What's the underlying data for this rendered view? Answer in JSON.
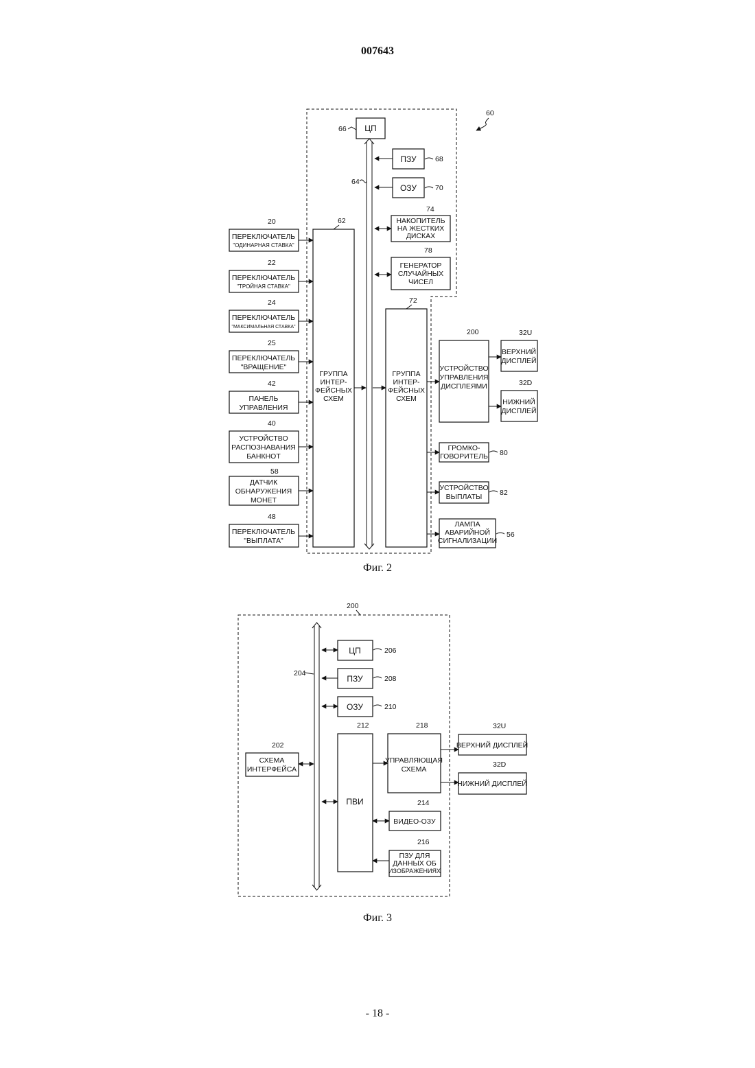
{
  "header": {
    "doc_number": "007643"
  },
  "fig2": {
    "caption": "Фиг. 2",
    "refs": {
      "system": "60",
      "cpu": "66",
      "bus": "64",
      "rom": "68",
      "ram": "70",
      "hdd": "74",
      "rng": "78",
      "iface_left": "62",
      "iface_right": "72",
      "disp_ctrl": "200",
      "upper": "32U",
      "lower": "32D",
      "speaker": "80",
      "payout_dev": "82",
      "lamp": "56"
    },
    "cpu": "ЦП",
    "rom": "ПЗУ",
    "ram": "ОЗУ",
    "hdd": [
      "НАКОПИТЕЛЬ",
      "НА ЖЕСТКИХ",
      "ДИСКАХ"
    ],
    "rng": [
      "ГЕНЕРАТОР",
      "СЛУЧАЙНЫХ",
      "ЧИСЕЛ"
    ],
    "iface_group": [
      "ГРУППА",
      "ИНТЕР-",
      "ФЕЙСНЫХ",
      "СХЕМ"
    ],
    "inputs": [
      {
        "ref": "20",
        "lines": [
          "ПЕРЕКЛЮЧАТЕЛЬ",
          "\"ОДИНАРНАЯ СТАВКА\""
        ]
      },
      {
        "ref": "22",
        "lines": [
          "ПЕРЕКЛЮЧАТЕЛЬ",
          "\"ТРОЙНАЯ СТАВКА\""
        ]
      },
      {
        "ref": "24",
        "lines": [
          "ПЕРЕКЛЮЧАТЕЛЬ",
          "\"МАКСИМАЛЬНАЯ СТАВКА\""
        ]
      },
      {
        "ref": "25",
        "lines": [
          "ПЕРЕКЛЮЧАТЕЛЬ",
          "\"ВРАЩЕНИЕ\""
        ]
      },
      {
        "ref": "42",
        "lines": [
          "ПАНЕЛЬ",
          "УПРАВЛЕНИЯ"
        ]
      },
      {
        "ref": "40",
        "lines": [
          "УСТРОЙСТВО",
          "РАСПОЗНАВАНИЯ",
          "БАНКНОТ"
        ]
      },
      {
        "ref": "58",
        "lines": [
          "ДАТЧИК",
          "ОБНАРУЖЕНИЯ",
          "МОНЕТ"
        ]
      },
      {
        "ref": "48",
        "lines": [
          "ПЕРЕКЛЮЧАТЕЛЬ",
          "\"ВЫПЛАТА\""
        ]
      }
    ],
    "disp_ctrl": [
      "УСТРОЙСТВО",
      "УПРАВЛЕНИЯ",
      "ДИСПЛЕЯМИ"
    ],
    "upper": [
      "ВЕРХНИЙ",
      "ДИСПЛЕЙ"
    ],
    "lower": [
      "НИЖНИЙ",
      "ДИСПЛЕЙ"
    ],
    "speaker": [
      "ГРОМКО-",
      "ГОВОРИТЕЛЬ"
    ],
    "payout_dev": [
      "УСТРОЙСТВО",
      "ВЫПЛАТЫ"
    ],
    "lamp": [
      "ЛАМПА",
      "АВАРИЙНОЙ",
      "СИГНАЛИЗАЦИИ"
    ]
  },
  "fig3": {
    "caption": "Фиг. 3",
    "refs": {
      "system": "200",
      "bus": "204",
      "cpu": "206",
      "rom": "208",
      "ram": "210",
      "iface": "202",
      "pvi": "212",
      "ctrl": "218",
      "vram": "214",
      "img_rom": "216",
      "upper": "32U",
      "lower": "32D"
    },
    "cpu": "ЦП",
    "rom": "ПЗУ",
    "ram": "ОЗУ",
    "iface": [
      "СХЕМА",
      "ИНТЕРФЕЙСА"
    ],
    "pvi": "ПВИ",
    "ctrl": [
      "УПРАВЛЯЮЩАЯ",
      "СХЕМА"
    ],
    "vram": "ВИДЕО-ОЗУ",
    "img_rom": [
      "ПЗУ ДЛЯ",
      "ДАННЫХ ОБ",
      "ИЗОБРАЖЕНИЯХ"
    ],
    "upper": "ВЕРХНИЙ ДИСПЛЕЙ",
    "lower": "НИЖНИЙ ДИСПЛЕЙ"
  },
  "footer": {
    "page": "- 18 -"
  }
}
